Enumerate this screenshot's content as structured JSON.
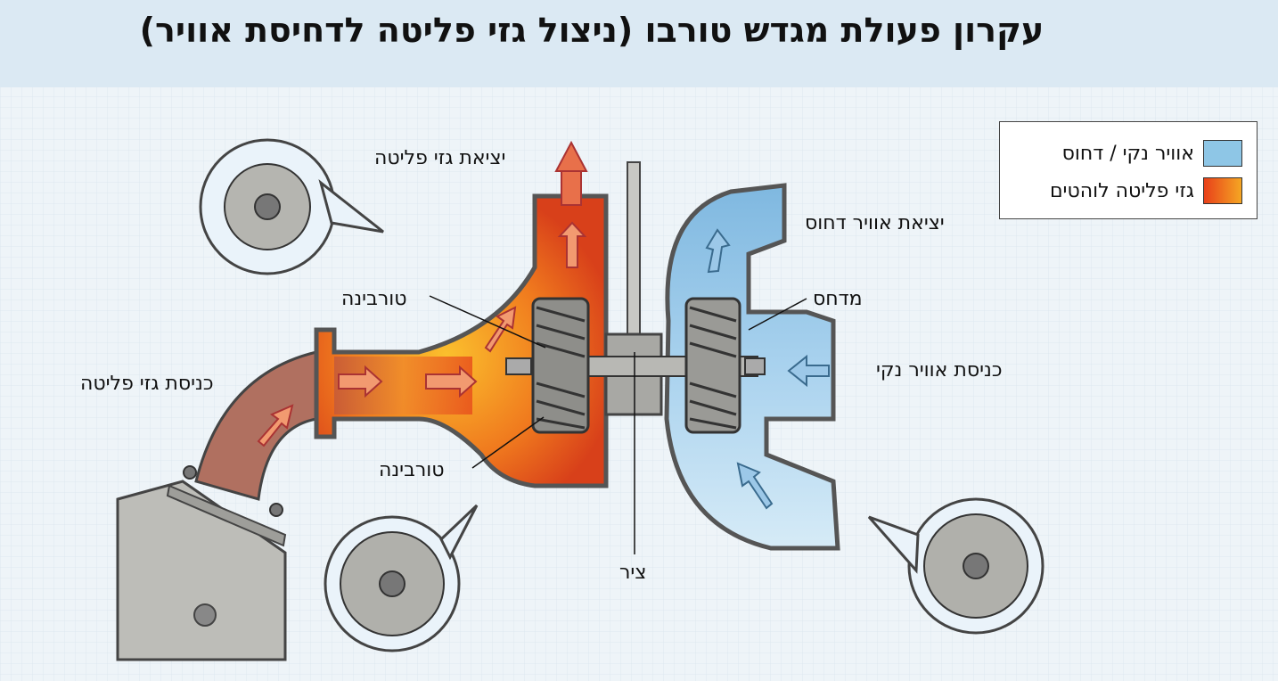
{
  "title": "עקרון פעולת מגדש טורבו (ניצול גזי פליטה לדחיסת אוויר)",
  "legend": {
    "items": [
      {
        "label": "אוויר נקי / דחוס",
        "color": "#8ec6e6"
      },
      {
        "label": "גזי פליטה לוהטים",
        "color": "#e8501c"
      }
    ]
  },
  "labels": {
    "exhaust_outlet": "יציאת גזי פליטה",
    "compressed_air_outlet": "יציאת אוויר דחוס",
    "turbine_upper": "טורבינה",
    "compressor": "מדחס",
    "exhaust_inlet": "כניסת גזי פליטה",
    "clean_air_inlet": "כניסת אוויר נקי",
    "turbine_lower": "טורבינה",
    "shaft": "ציר"
  },
  "colors": {
    "hot_gas": "#e8501c",
    "hot_gas_light": "#f5a623",
    "clean_air": "#cfe6f4",
    "compressed_air": "#7fb8e0",
    "metal": "#9a9a96",
    "metal_dark": "#555"
  }
}
